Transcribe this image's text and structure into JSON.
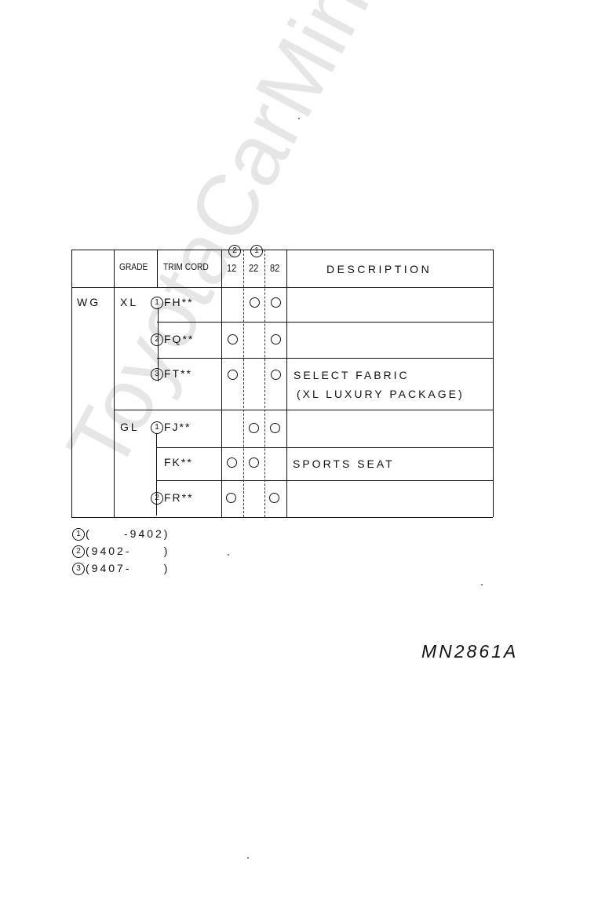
{
  "watermark": "ToyotaCarMine.ru",
  "table": {
    "head": {
      "grade": "GRADE",
      "trim_cord": "TRIM CORD",
      "col12": "12",
      "col22": "22",
      "col82": "82",
      "description": "DESCRIPTION",
      "mark_2": "2",
      "mark_1": "1"
    },
    "rows": [
      {
        "model": "WG",
        "grade": "XL",
        "mark": "1",
        "code": "FH**",
        "c12": false,
        "c22": true,
        "c82": true,
        "desc1": "",
        "desc2": ""
      },
      {
        "model": "",
        "grade": "",
        "mark": "2",
        "code": "FQ**",
        "c12": true,
        "c22": false,
        "c82": true,
        "desc1": "",
        "desc2": ""
      },
      {
        "model": "",
        "grade": "",
        "mark": "3",
        "code": "FT**",
        "c12": true,
        "c22": false,
        "c82": true,
        "desc1": "SELECT FABRIC",
        "desc2": "(XL LUXURY PACKAGE)"
      },
      {
        "model": "",
        "grade": "GL",
        "mark": "1",
        "code": "FJ**",
        "c12": false,
        "c22": true,
        "c82": true,
        "desc1": "",
        "desc2": ""
      },
      {
        "model": "",
        "grade": "",
        "mark": "",
        "code": "FK**",
        "c12": true,
        "c22": true,
        "c82": false,
        "desc1": "SPORTS SEAT",
        "desc2": ""
      },
      {
        "model": "",
        "grade": "",
        "mark": "2",
        "code": "FR**",
        "c12": true,
        "c22": false,
        "c82": true,
        "desc1": "",
        "desc2": ""
      }
    ]
  },
  "footnotes": [
    {
      "mark": "1",
      "text": "(      -9402)"
    },
    {
      "mark": "2",
      "text": "(9402-      )"
    },
    {
      "mark": "3",
      "text": "(9407-      )"
    }
  ],
  "diagram_id": "MN2861A"
}
